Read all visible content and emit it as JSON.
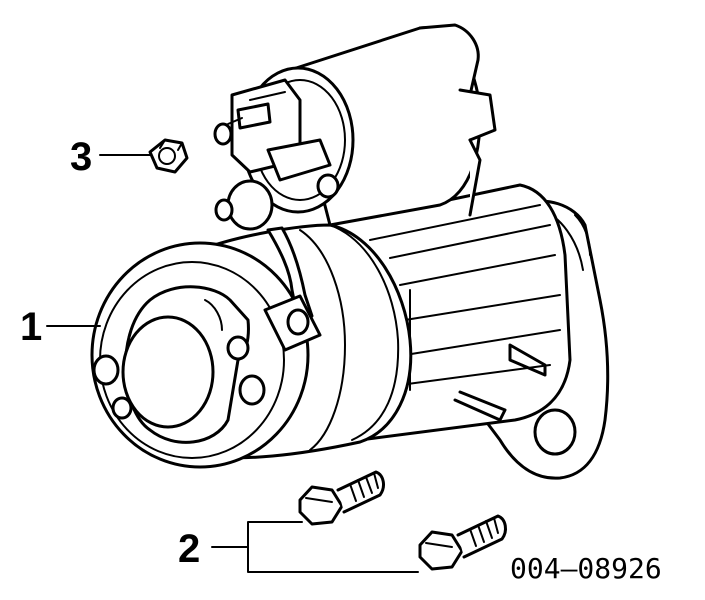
{
  "callouts": [
    {
      "number": "1",
      "part": "starter-motor"
    },
    {
      "number": "2",
      "part": "mounting-bolts"
    },
    {
      "number": "3",
      "part": "terminal-nut"
    }
  ],
  "drawing_code": "004–08926"
}
